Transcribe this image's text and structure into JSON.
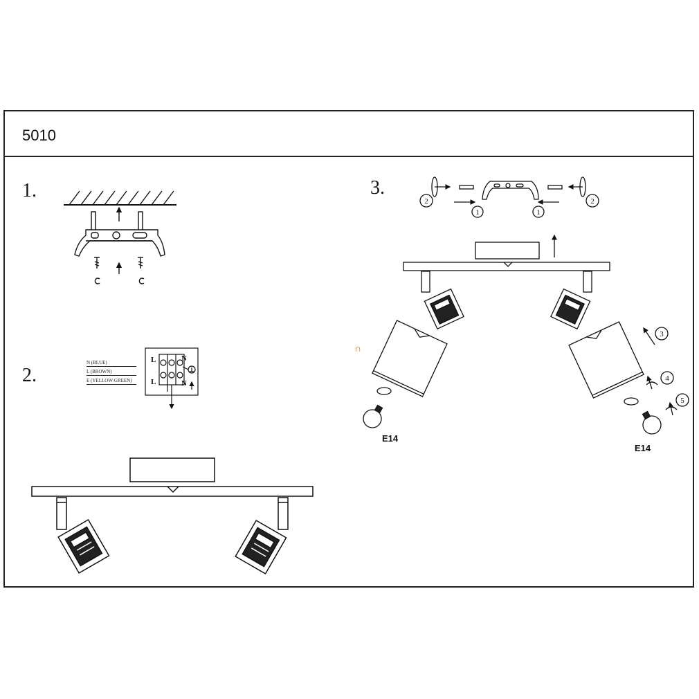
{
  "header": {
    "model": "5010"
  },
  "steps": [
    "1.",
    "2.",
    "3."
  ],
  "wiring": {
    "labels": [
      "N (BLUE)",
      "L (BROWN)",
      "E (YELLOW-GREEN)"
    ],
    "terminal_left": "L",
    "terminal_right": "N"
  },
  "callouts": [
    "1",
    "2",
    "3",
    "4",
    "5"
  ],
  "bulb": {
    "socket": "E14"
  },
  "marker": "∩"
}
